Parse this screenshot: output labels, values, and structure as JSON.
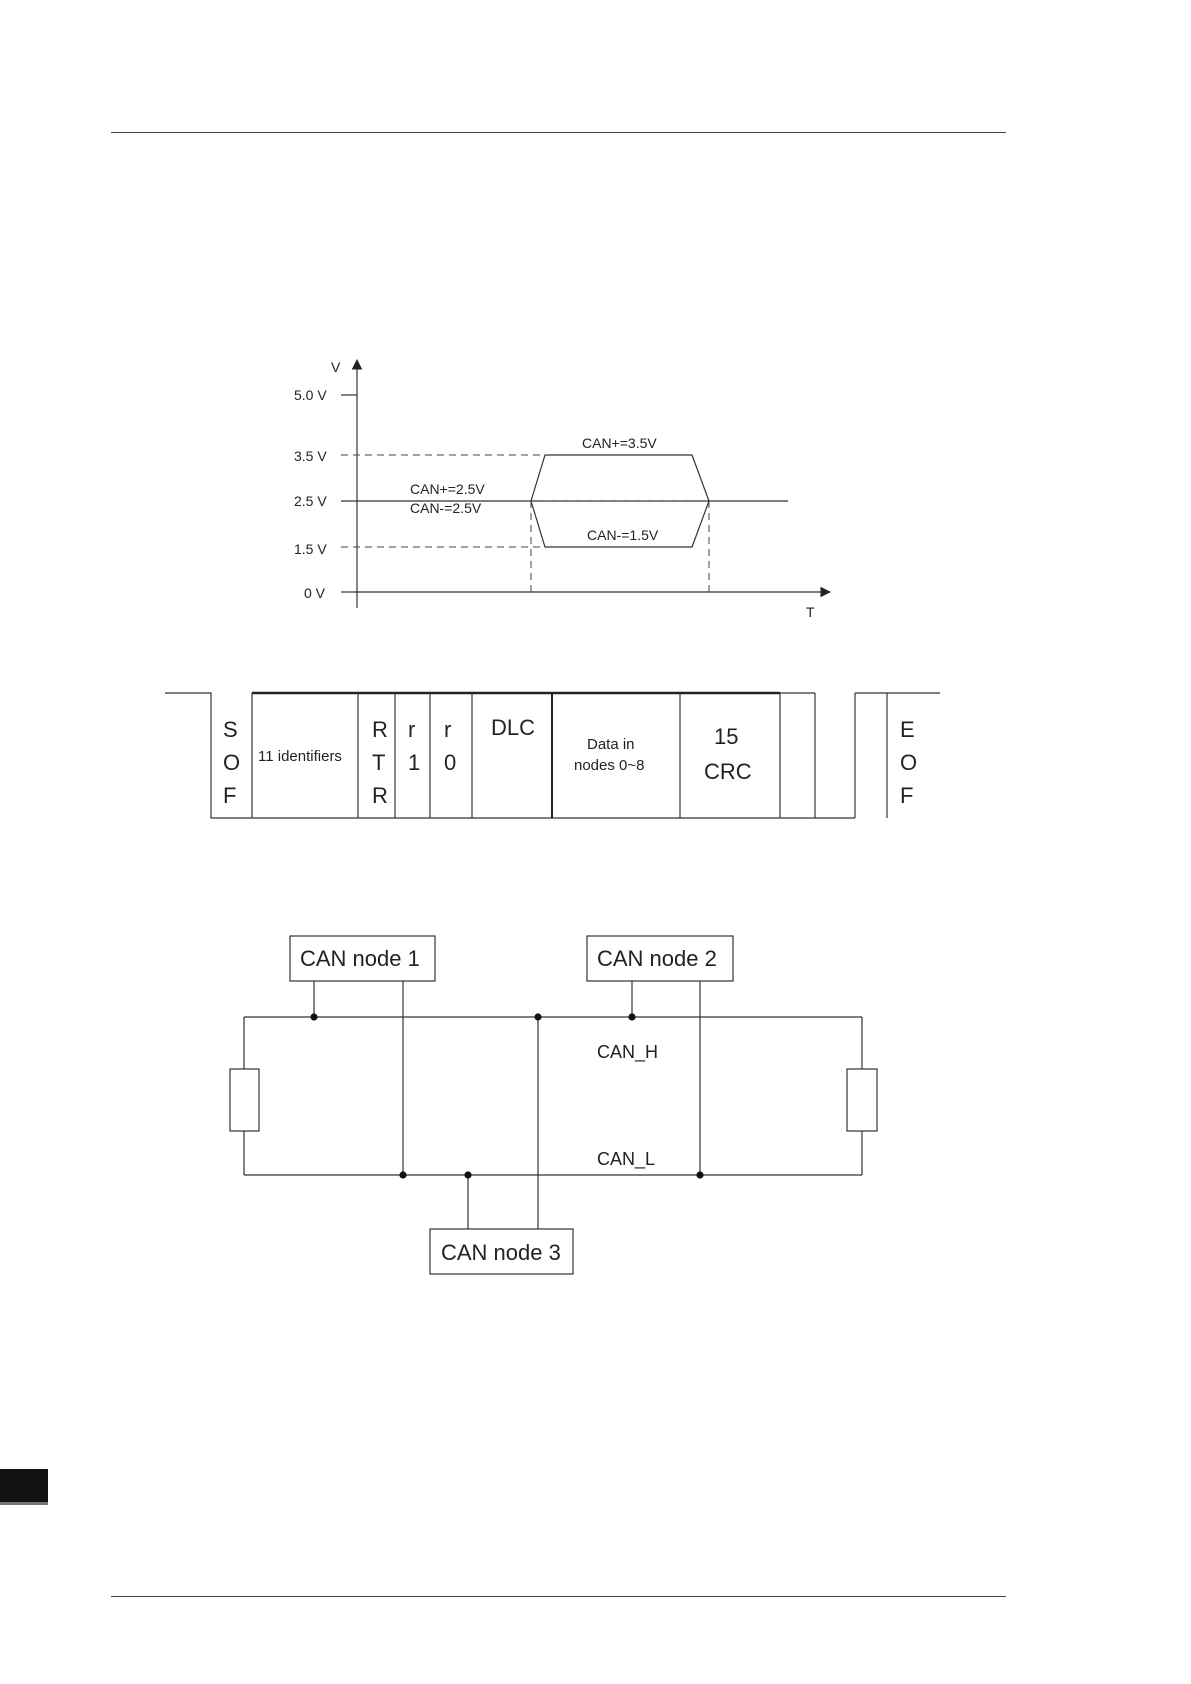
{
  "voltage_diagram": {
    "y_axis_label": "V",
    "x_axis_label": "T",
    "levels": [
      {
        "label": "5.0 V",
        "value": 5.0
      },
      {
        "label": "3.5 V",
        "value": 3.5
      },
      {
        "label": "2.5 V",
        "value": 2.5
      },
      {
        "label": "1.5 V",
        "value": 1.5
      },
      {
        "label": "0 V",
        "value": 0
      }
    ],
    "recessive_can_plus": "CAN+=2.5V",
    "recessive_can_minus": "CAN-=2.5V",
    "dominant_can_plus": "CAN+=3.5V",
    "dominant_can_minus": "CAN-=1.5V"
  },
  "can_frame": {
    "fields": [
      {
        "id": "sof",
        "lines": [
          "S",
          "O",
          "F"
        ]
      },
      {
        "id": "identifier",
        "lines": [
          "11 identifiers"
        ]
      },
      {
        "id": "rtr",
        "lines": [
          "R",
          "T",
          "R"
        ]
      },
      {
        "id": "r1",
        "lines": [
          "r",
          "1"
        ]
      },
      {
        "id": "r0",
        "lines": [
          "r",
          "0"
        ]
      },
      {
        "id": "dlc",
        "lines": [
          "DLC"
        ]
      },
      {
        "id": "data",
        "lines": [
          "Data in",
          "nodes 0~8"
        ]
      },
      {
        "id": "crc",
        "lines": [
          "15",
          "CRC"
        ]
      },
      {
        "id": "eof",
        "lines": [
          "E",
          "O",
          "F"
        ]
      }
    ]
  },
  "bus_diagram": {
    "node1": "CAN  node 1",
    "node2": "CAN node  2",
    "node3": "CAN  node 3",
    "can_h": "CAN_H",
    "can_l": "CAN_L"
  }
}
